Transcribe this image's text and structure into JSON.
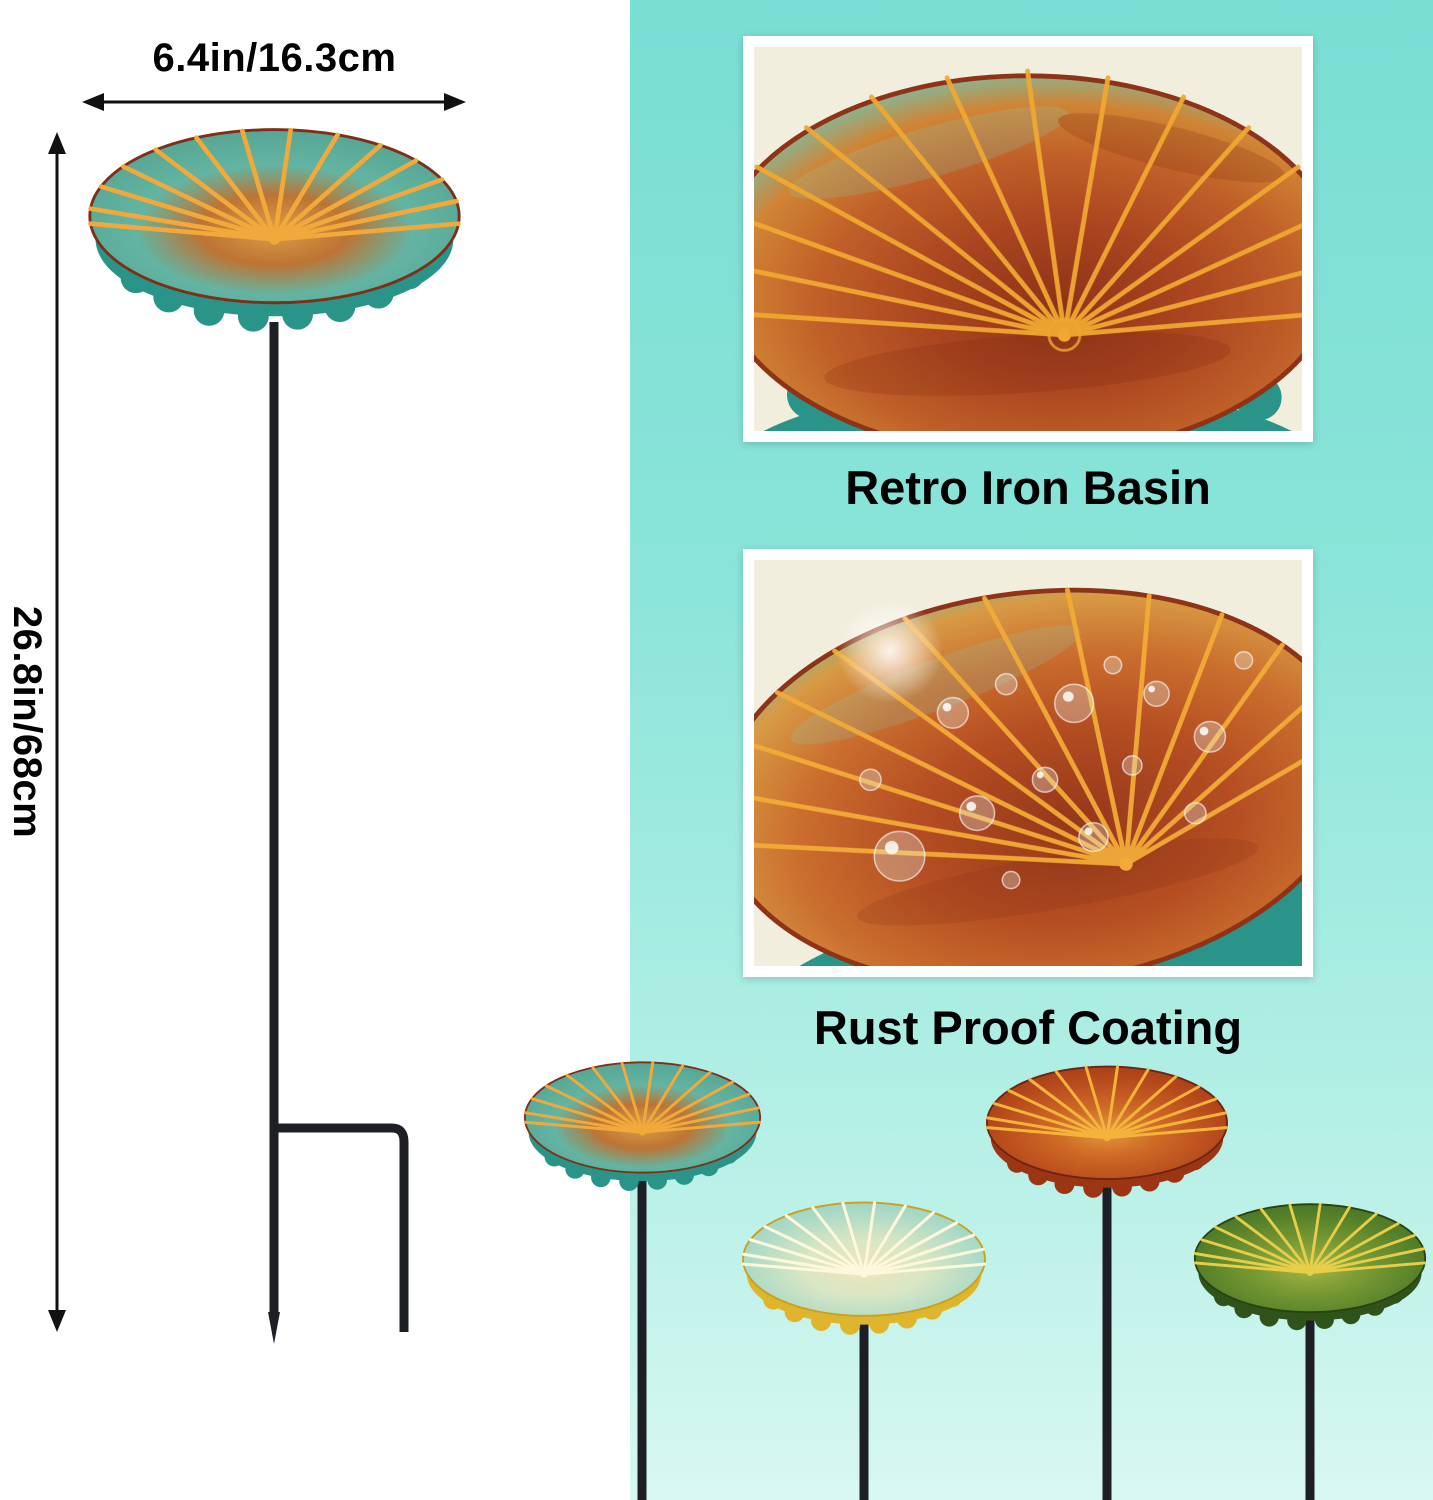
{
  "dimensions": {
    "width_label": "6.4in/16.3cm",
    "height_label": "26.8in/68cm"
  },
  "features": {
    "basin_title": "Retro Iron Basin",
    "coating_title": "Rust Proof Coating"
  },
  "images": {
    "main_product": "garden-stake-birdbath-with-lotus-leaf-basin",
    "photo_1": "basin-closeup",
    "photo_2": "basin-closeup-with-water-droplets",
    "variants": [
      {
        "name": "teal-rust-basin"
      },
      {
        "name": "yellow-basin"
      },
      {
        "name": "red-basin"
      },
      {
        "name": "green-basin"
      }
    ]
  },
  "palette": {
    "panel_teal_top": "#79ded3",
    "panel_teal_bottom": "#d9f8f2",
    "stake_black": "#1d1f24",
    "rust_orange": "#b5532c",
    "ridge_gold": "#f2a93b",
    "scallop_teal": "#2a9488",
    "variant_yellow": "#dfb52d",
    "variant_red": "#9c3514",
    "variant_green": "#2f531a",
    "photo_background_cream": "#f2eede",
    "text": "#000000"
  }
}
